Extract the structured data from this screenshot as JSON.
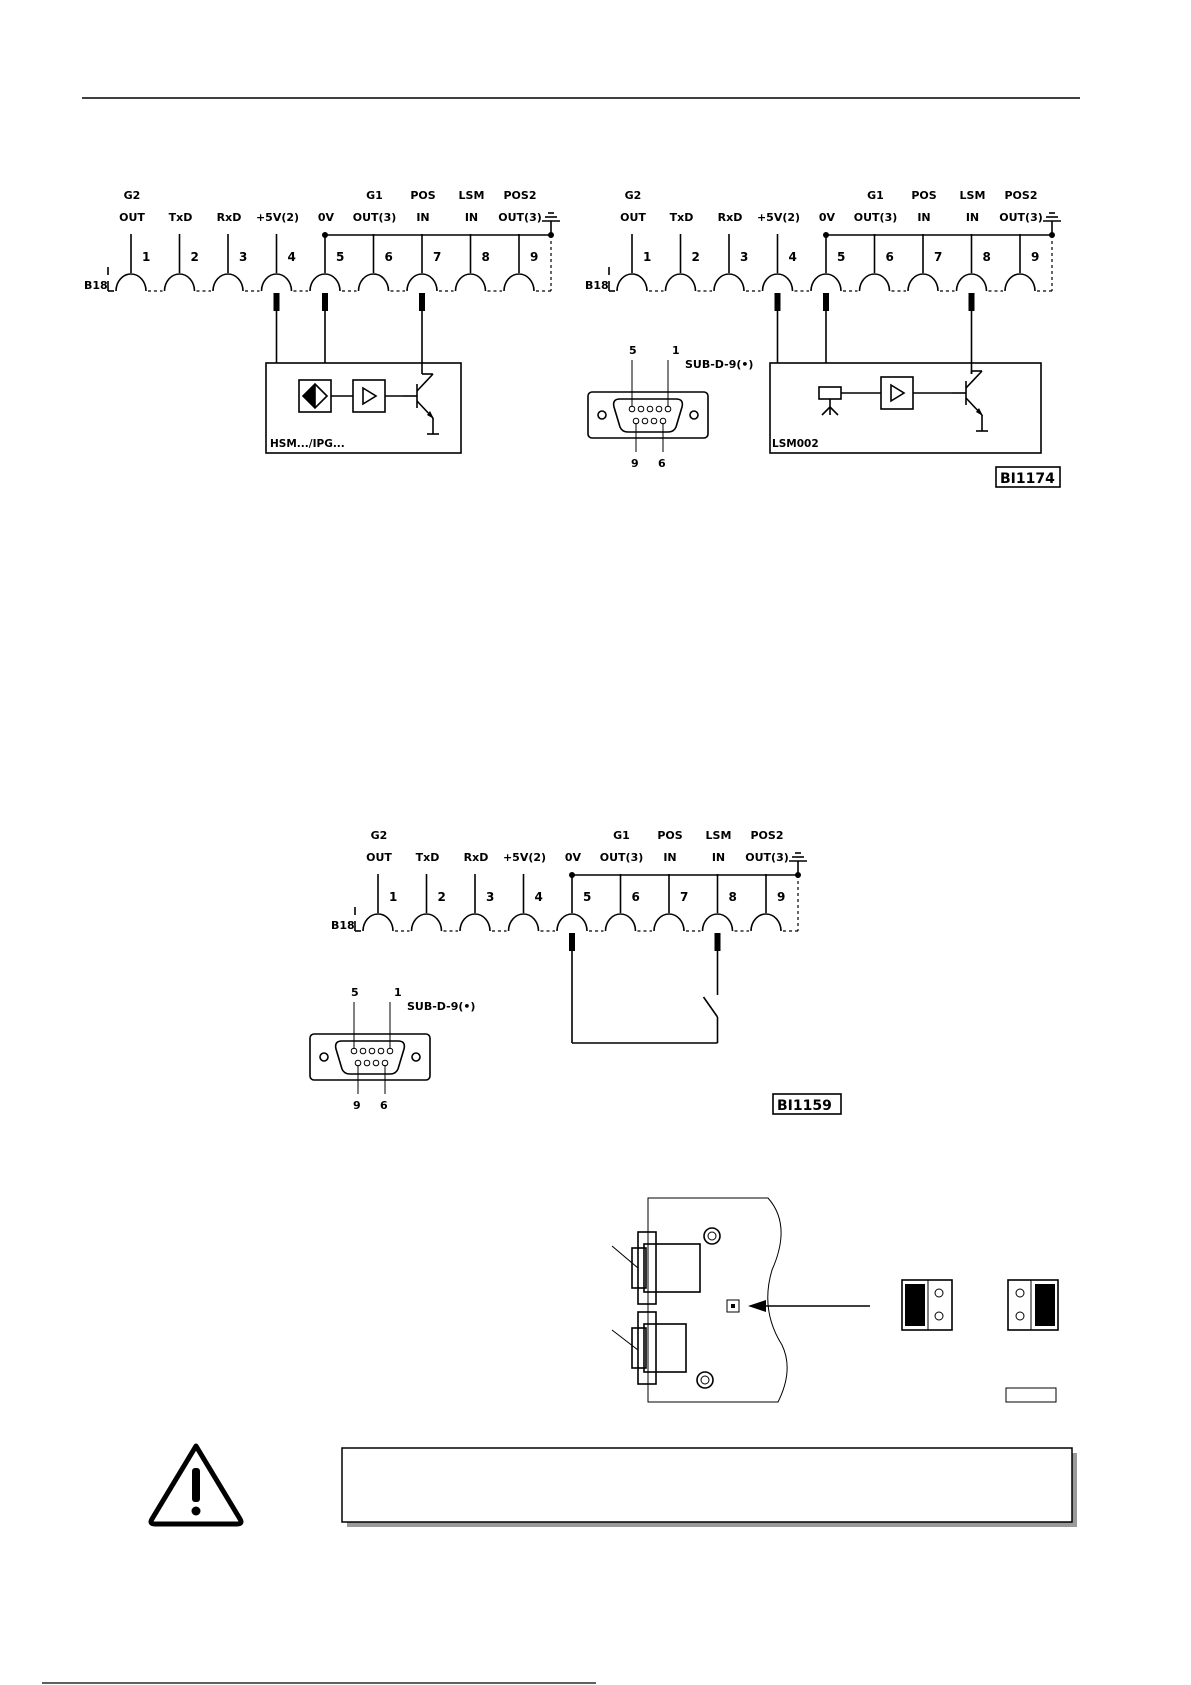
{
  "terminal_block_label": "B18",
  "top_labels": [
    "G2",
    "",
    "",
    "",
    "",
    "G1",
    "POS",
    "LSM",
    "POS2"
  ],
  "bottom_labels": [
    "OUT",
    "TxD",
    "RxD",
    "+5V(2)",
    "0V",
    "OUT(3)",
    "IN",
    "IN",
    "OUT(3)"
  ],
  "pin_numbers": [
    "1",
    "2",
    "3",
    "4",
    "5",
    "6",
    "7",
    "8",
    "9"
  ],
  "connector": {
    "title": "SUB-D-9(•)",
    "pin_top_left": "5",
    "pin_top_right": "1",
    "pin_bottom_left": "9",
    "pin_bottom_right": "6"
  },
  "diagram1": {
    "device_label": "HSM.../IPG..."
  },
  "diagram2": {
    "device_label": "LSM002",
    "ref": "BI1174"
  },
  "diagram3": {
    "ref": "BI1159"
  },
  "icons": {
    "sensor": "sensor-diamond-icon",
    "amplifier": "amplifier-triangle-icon",
    "transistor": "npn-transistor-icon",
    "lamp": "light-source-icon",
    "switch": "switch-contact-icon",
    "ground": "ground-icon",
    "warning": "warning-triangle-icon"
  }
}
